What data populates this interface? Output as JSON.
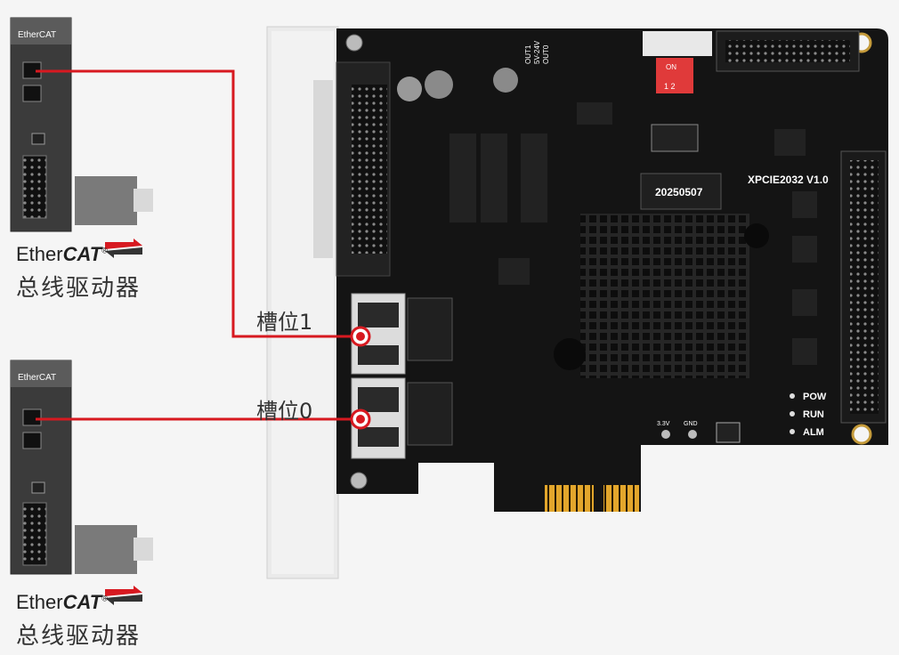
{
  "drivers": [
    {
      "brand_small": "EtherCAT",
      "brand_light": "Ether",
      "brand_bold": "CAT",
      "reg": "®",
      "label_cn": "总线驱动器"
    },
    {
      "brand_small": "EtherCAT",
      "brand_light": "Ether",
      "brand_bold": "CAT",
      "reg": "®",
      "label_cn": "总线驱动器"
    }
  ],
  "slots": [
    {
      "label": "槽位1"
    },
    {
      "label": "槽位0"
    }
  ],
  "board": {
    "model": "XPCIE2032 V1.0",
    "date_label": "20250507",
    "dip_on": "ON",
    "dip_nums": "1  2",
    "led_labels": [
      "POW",
      "RUN",
      "ALM"
    ],
    "volt_labels": [
      "OUT1",
      "5V-24V",
      "OUT0"
    ],
    "test_labels": [
      "3.3V",
      "GND"
    ]
  },
  "colors": {
    "wire": "#d71920",
    "board": "#141414",
    "heatsink": "#1c1c1c",
    "gold": "#e3a62c",
    "bracket": "#e9e9e9",
    "driver_body": "#3b3b3b"
  }
}
